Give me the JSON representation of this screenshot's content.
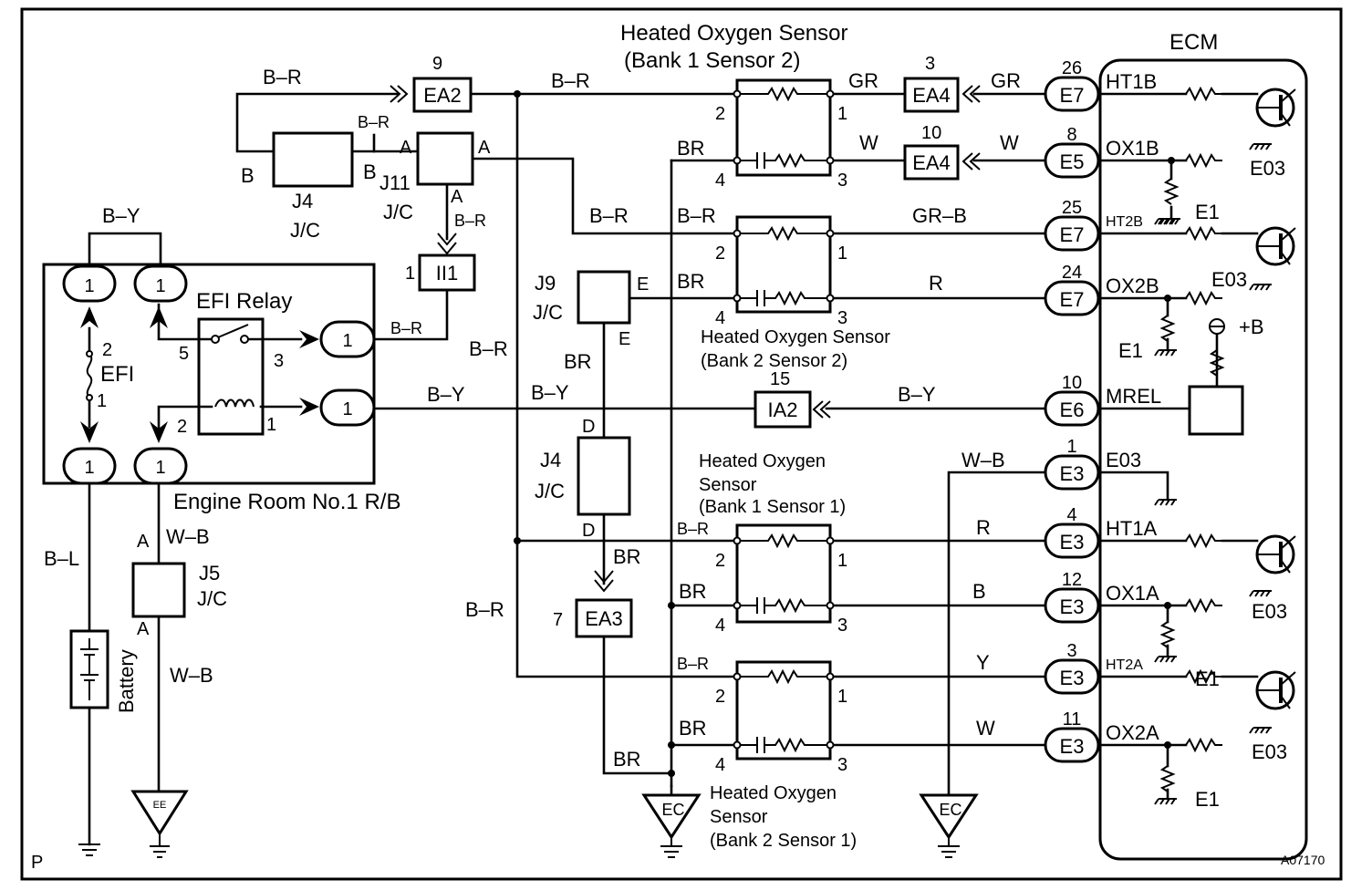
{
  "titles": {
    "ecm": "ECM",
    "hos_b1s2_line1": "Heated Oxygen Sensor",
    "hos_b1s2_line2": "(Bank 1 Sensor 2)",
    "hos_b2s2_line1": "Heated Oxygen Sensor",
    "hos_b2s2_line2": "(Bank 2 Sensor 2)",
    "hos_b1s1_line1": "Heated Oxygen",
    "hos_b1s1_line2": "Sensor",
    "hos_b1s1_line3": "(Bank 1 Sensor 1)",
    "hos_b2s1_line1": "Heated Oxygen",
    "hos_b2s1_line2": "Sensor",
    "hos_b2s1_line3": "(Bank 2 Sensor 1)",
    "efi_relay": "EFI Relay",
    "engine_room": "Engine Room No.1 R/B",
    "battery": "Battery",
    "efi_fuse": "EFI",
    "corner_p": "P",
    "figure_code": "A07170"
  },
  "connectors": {
    "ea2": "EA2",
    "ea2_pin": "9",
    "ea4a": "EA4",
    "ea4a_pin": "3",
    "ea4b": "EA4",
    "ea4b_pin": "10",
    "ii1": "II1",
    "ii1_pin": "1",
    "ia2": "IA2",
    "ia2_pin": "15",
    "ea3": "EA3",
    "ea3_pin": "7"
  },
  "junctions": {
    "j4_top": "J4",
    "j4_top_jc": "J/C",
    "j11": "J11",
    "j11_jc": "J/C",
    "j9": "J9",
    "j9_jc": "J/C",
    "j4_mid": "J4",
    "j4_mid_jc": "J/C",
    "j5": "J5",
    "j5_jc": "J/C"
  },
  "ecm_terms": [
    {
      "pin": "26",
      "conn": "E7",
      "label": "HT1B"
    },
    {
      "pin": "8",
      "conn": "E5",
      "label": "OX1B"
    },
    {
      "pin": "25",
      "conn": "E7",
      "label": "HT2B"
    },
    {
      "pin": "24",
      "conn": "E7",
      "label": "OX2B"
    },
    {
      "pin": "10",
      "conn": "E6",
      "label": "MREL"
    },
    {
      "pin": "1",
      "conn": "E3",
      "label": "E03"
    },
    {
      "pin": "4",
      "conn": "E3",
      "label": "HT1A"
    },
    {
      "pin": "12",
      "conn": "E3",
      "label": "OX1A"
    },
    {
      "pin": "3",
      "conn": "E3",
      "label": "HT2A"
    },
    {
      "pin": "11",
      "conn": "E3",
      "label": "OX2A"
    }
  ],
  "ecm_side_labels": {
    "e1": "E1",
    "e03": "E03",
    "plus_b": "+B"
  },
  "wire_colors": {
    "b_r": "B–R",
    "b": "B",
    "br": "BR",
    "gr": "GR",
    "w": "W",
    "gr_b": "GR–B",
    "r": "R",
    "b_y": "B–Y",
    "w_b": "W–B",
    "y": "Y",
    "b_l": "B–L"
  },
  "letters": {
    "a": "A",
    "b": "B",
    "d": "D",
    "e": "E"
  },
  "pins": {
    "one": "1",
    "two": "2",
    "three": "3",
    "four": "4",
    "five": "5"
  },
  "grounds": {
    "ee": "EE",
    "ec": "EC"
  }
}
